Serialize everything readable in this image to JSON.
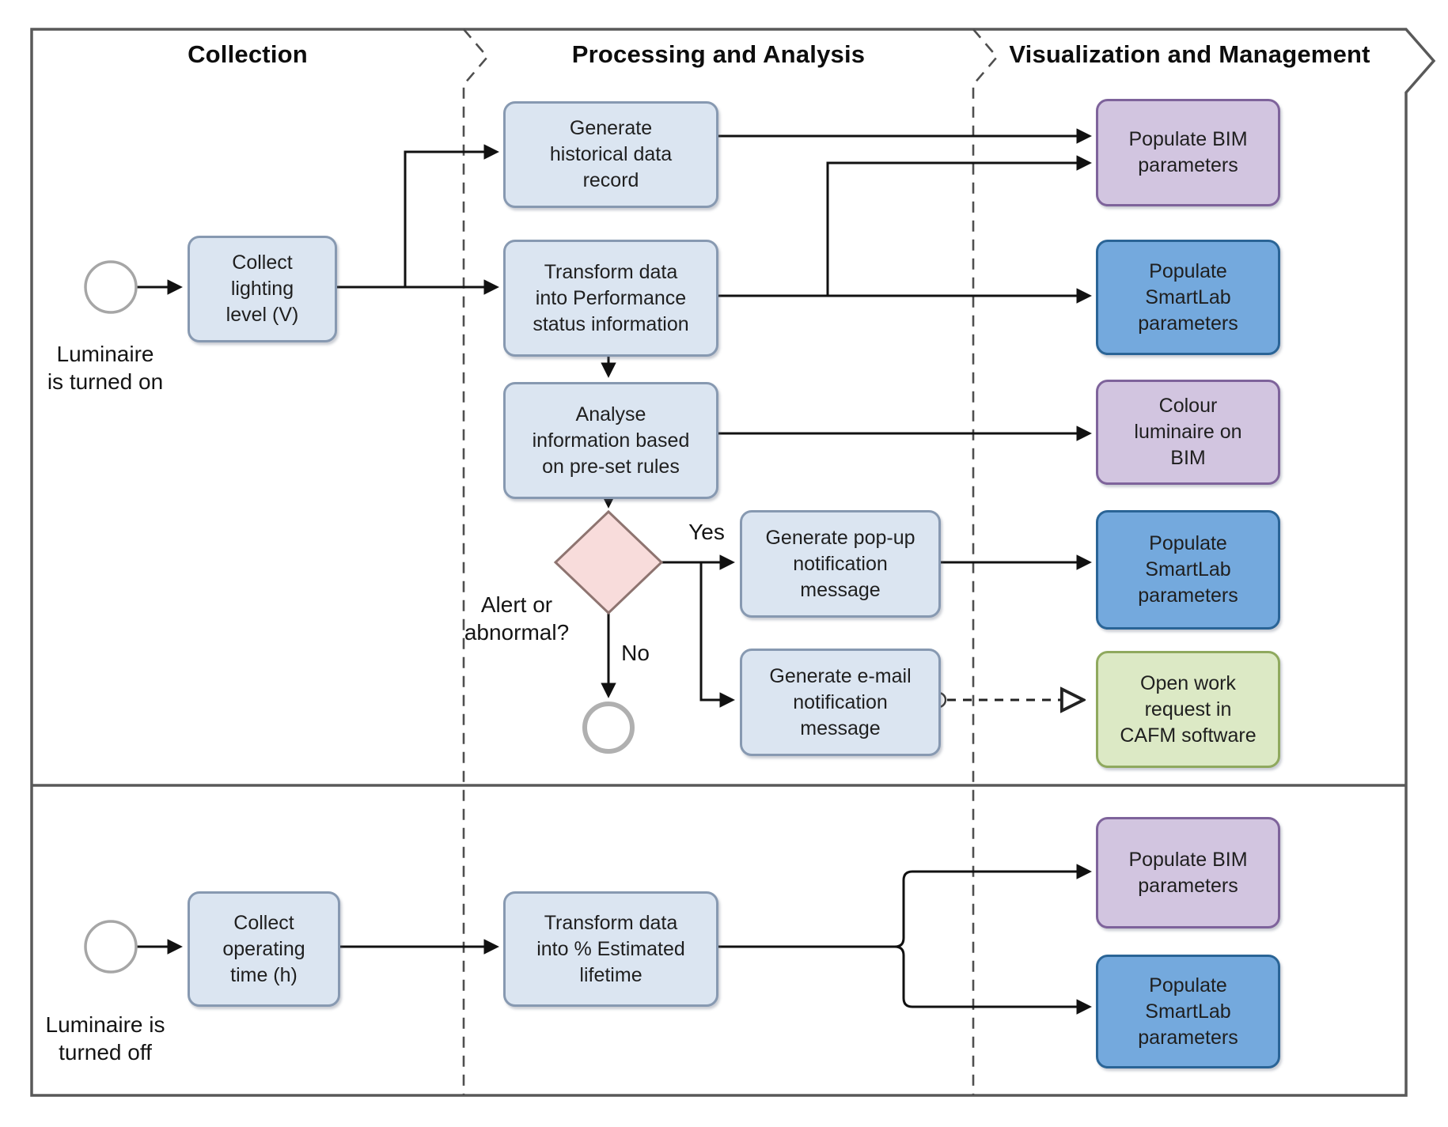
{
  "header": {
    "col1": "Collection",
    "col2": "Processing and Analysis",
    "col3": "Visualization and Management"
  },
  "row1": {
    "start_label": "Luminaire\nis turned on",
    "collect": "Collect\nlighting\nlevel (V)",
    "historical": "Generate\nhistorical data\nrecord",
    "transform": "Transform data\ninto Performance\nstatus information",
    "analyse": "Analyse\ninformation based\non pre-set rules",
    "decision_label": "Alert or\nabnormal?",
    "yes": "Yes",
    "no": "No",
    "popup": "Generate pop-up\nnotification\nmessage",
    "email": "Generate e-mail\nnotification\nmessage",
    "bim": "Populate BIM\nparameters",
    "smartlab": "Populate\nSmartLab\nparameters",
    "colour": "Colour\nluminaire on\nBIM",
    "smartlab2": "Populate\nSmartLab\nparameters",
    "cafm": "Open work\nrequest in\nCAFM software"
  },
  "row2": {
    "start_label": "Luminaire is\nturned off",
    "collect": "Collect\noperating\ntime (h)",
    "transform": "Transform data\ninto % Estimated\nlifetime",
    "bim": "Populate BIM\nparameters",
    "smartlab": "Populate\nSmartLab\nparameters"
  },
  "colors": {
    "task_fill": "#dbe5f1",
    "task_border": "#8799b1",
    "blue_fill": "#74a9dd",
    "blue_border": "#2a6496",
    "purple_fill": "#d2c5e0",
    "purple_border": "#7e639b",
    "green_fill": "#dce9c5",
    "green_border": "#8fa95e",
    "diamond_fill": "#f8dcdb",
    "diamond_border": "#8e7470"
  }
}
